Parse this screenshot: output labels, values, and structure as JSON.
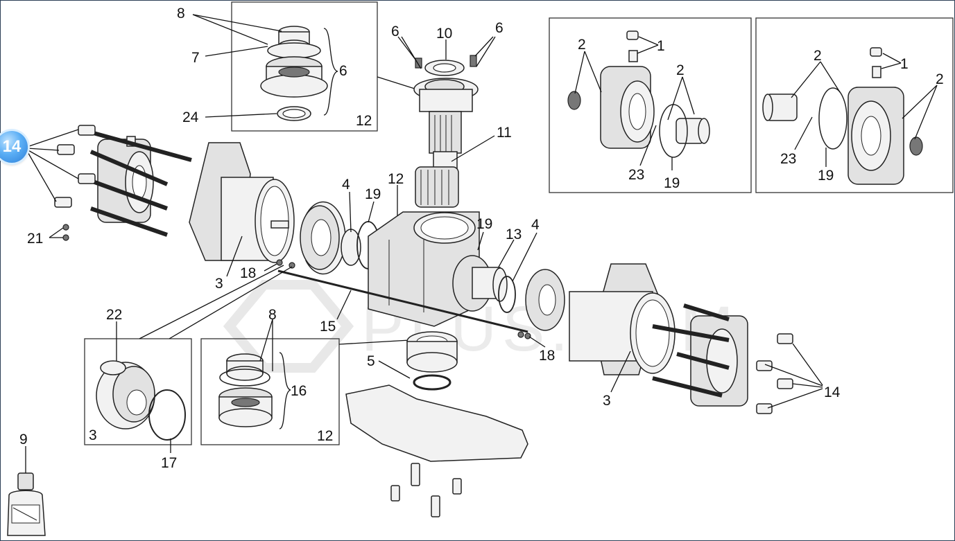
{
  "watermark": "PLUS.COM",
  "marker": {
    "label": "14",
    "color": "#3b8fe6"
  },
  "labels": {
    "p8_top": "8",
    "p7": "7",
    "p6_group": "6",
    "p24": "24",
    "p12_box": "12",
    "p6_left": "6",
    "p10": "10",
    "p6_right": "6",
    "p11": "11",
    "p2_a": "2",
    "p1_a": "1",
    "p2_b": "2",
    "p23_a": "23",
    "p19_a": "19",
    "p2_c": "2",
    "p1_b": "1",
    "p2_d": "2",
    "p23_b": "23",
    "p19_b": "19",
    "p4_a": "4",
    "p19_c": "19",
    "p12_body": "12",
    "p19_d": "19",
    "p13": "13",
    "p4_b": "4",
    "p21": "21",
    "p3_a": "3",
    "p18_a": "18",
    "p15": "15",
    "p22": "22",
    "p3_box": "3",
    "p17": "17",
    "p8_box": "8",
    "p16": "16",
    "p12_box2": "12",
    "p5": "5",
    "p18_b": "18",
    "p3_b": "3",
    "p14": "14",
    "p9": "9"
  }
}
